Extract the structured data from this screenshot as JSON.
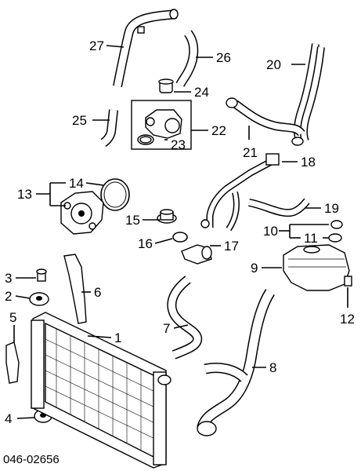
{
  "diagram_code": "046-02656",
  "callouts": [
    {
      "id": "c1",
      "label": "1"
    },
    {
      "id": "c2",
      "label": "2"
    },
    {
      "id": "c3",
      "label": "3"
    },
    {
      "id": "c4",
      "label": "4"
    },
    {
      "id": "c5",
      "label": "5"
    },
    {
      "id": "c6",
      "label": "6"
    },
    {
      "id": "c7",
      "label": "7"
    },
    {
      "id": "c8",
      "label": "8"
    },
    {
      "id": "c9",
      "label": "9"
    },
    {
      "id": "c10",
      "label": "10"
    },
    {
      "id": "c11",
      "label": "11"
    },
    {
      "id": "c12",
      "label": "12"
    },
    {
      "id": "c13",
      "label": "13"
    },
    {
      "id": "c14",
      "label": "14"
    },
    {
      "id": "c15",
      "label": "15"
    },
    {
      "id": "c16",
      "label": "16"
    },
    {
      "id": "c17",
      "label": "17"
    },
    {
      "id": "c18",
      "label": "18"
    },
    {
      "id": "c19",
      "label": "19"
    },
    {
      "id": "c20",
      "label": "20"
    },
    {
      "id": "c21",
      "label": "21"
    },
    {
      "id": "c22",
      "label": "22"
    },
    {
      "id": "c23",
      "label": "23"
    },
    {
      "id": "c24",
      "label": "24"
    },
    {
      "id": "c25",
      "label": "25"
    },
    {
      "id": "c26",
      "label": "26"
    },
    {
      "id": "c27",
      "label": "27"
    }
  ]
}
